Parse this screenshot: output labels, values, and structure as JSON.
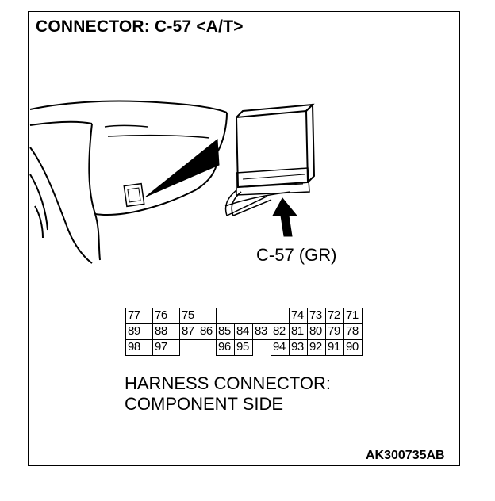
{
  "title": "CONNECTOR: C-57 <A/T>",
  "connector_label": "C-57 (GR)",
  "harness_caption_line1": "HARNESS CONNECTOR:",
  "harness_caption_line2": "COMPONENT SIDE",
  "figure_code": "AK300735AB",
  "pins": {
    "row1_left": [
      "77",
      "76",
      "75"
    ],
    "row1_right": [
      "74",
      "73",
      "72",
      "71"
    ],
    "row2": [
      "89",
      "88",
      "87",
      "86",
      "85",
      "84",
      "83",
      "82",
      "81",
      "80",
      "79",
      "78"
    ],
    "row3_a": [
      "98",
      "97"
    ],
    "row3_b": [
      "96",
      "95"
    ],
    "row3_c": [
      "94",
      "93",
      "92"
    ],
    "row3_d": [
      "91",
      "90"
    ]
  }
}
